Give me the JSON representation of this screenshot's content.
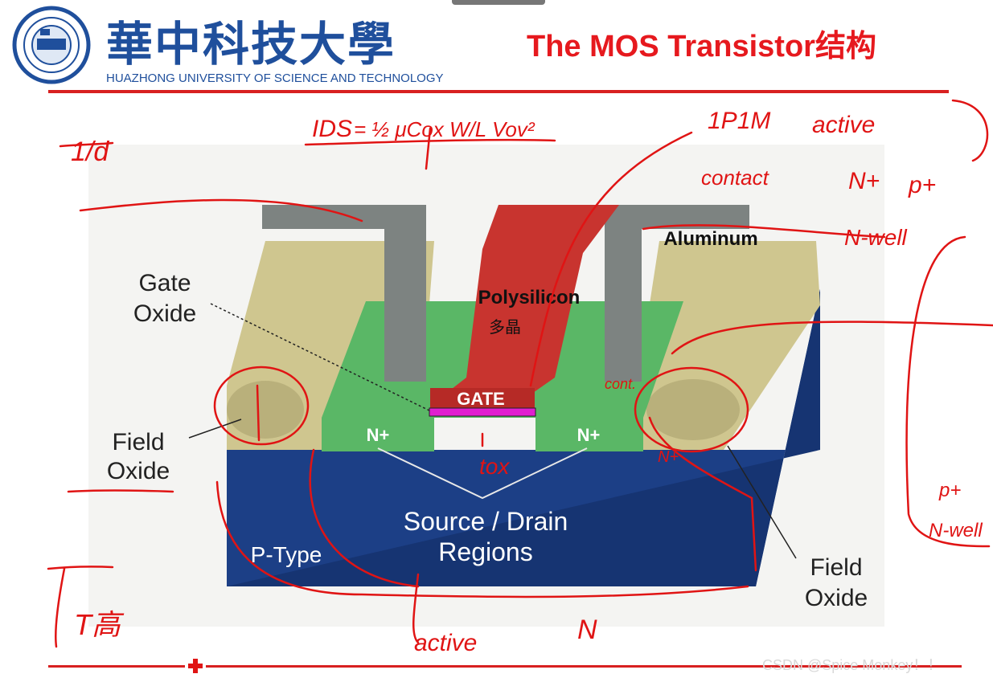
{
  "header": {
    "university_cn": "華中科技大學",
    "university_en": "HUAZHONG UNIVERSITY OF SCIENCE AND TECHNOLOGY",
    "title": "The MOS Transistor结构"
  },
  "diagram": {
    "labels": {
      "gate_oxide_line1": "Gate",
      "gate_oxide_line2": "Oxide",
      "field_oxide_left_line1": "Field",
      "field_oxide_left_line2": "Oxide",
      "field_oxide_right_line1": "Field",
      "field_oxide_right_line2": "Oxide",
      "polysilicon": "Polysilicon",
      "polysilicon_cn": "多晶",
      "aluminum": "Aluminum",
      "gate": "GATE",
      "n_plus_left": "N+",
      "n_plus_right": "N+",
      "source_drain_line1": "Source / Drain",
      "source_drain_line2": "Regions",
      "p_type": "P-Type"
    },
    "colors": {
      "substrate": "#1c3f86",
      "green_active": "#5ab766",
      "polysilicon": "#c8342f",
      "aluminum": "#7d8381",
      "field_oxide": "#cfc68f",
      "gate_oxide_bar": "#e01fd0",
      "annotation_ink": "#e01414"
    }
  },
  "annotations": {
    "formula_lhs": "IDS",
    "formula_rhs": "= ½ μCox W/L Vov²",
    "note_1": "1P1M",
    "note_2": "active",
    "note_3": "contact",
    "note_4": "N+",
    "note_5": "p+",
    "note_6": "N-well",
    "note_7": "cont.",
    "note_8": "tox",
    "note_9": "N+",
    "note_10": "active",
    "note_11": "N",
    "note_12": "p+",
    "note_13": "N-well",
    "note_14": "1/d",
    "note_15": "T高"
  },
  "watermark": "CSDN @Spice Monkey！！"
}
